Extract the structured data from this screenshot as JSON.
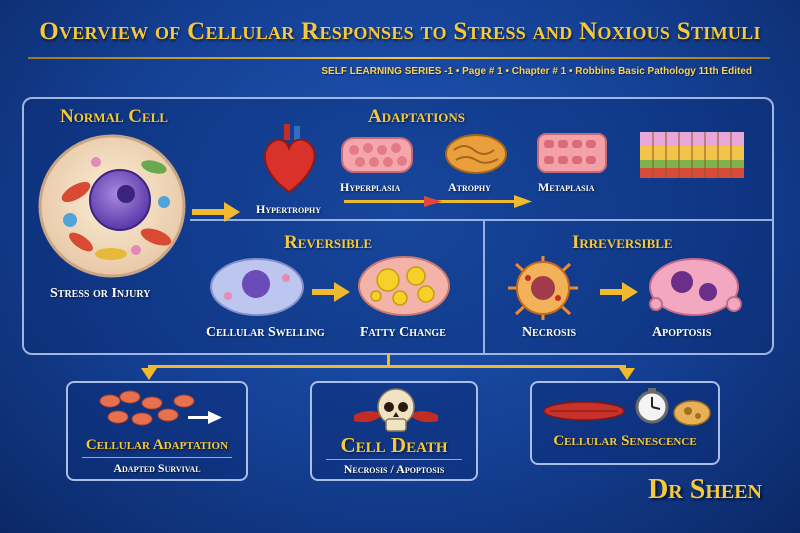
{
  "title": "Overview of Cellular Responses to Stress and Noxious Stimuli",
  "subtitle": "SELF LEARNING SERIES -1 • Page # 1 • Chapter # 1 • Robbins Basic Pathology 11th Edited",
  "normal_cell": {
    "heading": "Normal Cell",
    "caption": "Stress or Injury"
  },
  "adaptations": {
    "heading": "Adaptations",
    "items": [
      "Hypertrophy",
      "Hyperplasia",
      "Atrophy",
      "Metaplasia"
    ]
  },
  "reversible": {
    "heading": "Reversible",
    "items": [
      "Cellular Swelling",
      "Fatty Change"
    ]
  },
  "irreversible": {
    "heading": "Irreversible",
    "items": [
      "Necrosis",
      "Apoptosis"
    ]
  },
  "outcomes": {
    "adaptation": {
      "title": "Cellular Adaptation",
      "sub": "Adapted Survival"
    },
    "death": {
      "title": "Cell Death",
      "sub": "Necrosis / Apoptosis"
    },
    "senescence": {
      "title": "Cellular Senescence"
    }
  },
  "author": "Dr Sheen",
  "colors": {
    "gold": "#f6c93a",
    "panel_border": "#d2e1ff",
    "background": "#143f93"
  }
}
